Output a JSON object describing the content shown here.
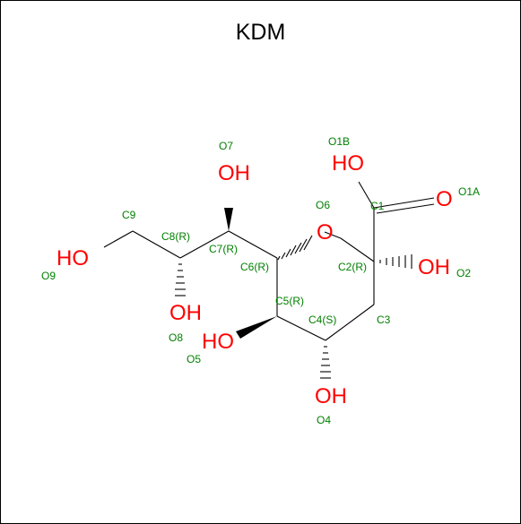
{
  "title": "KDM",
  "colors": {
    "atom": "#ff0000",
    "label": "#008000",
    "bond": "#000000"
  },
  "atoms": {
    "ho_acid": "HO",
    "o_acid": "O",
    "o_ring": "O",
    "oh_o2": "OH",
    "oh_o7": "OH",
    "ho_o9": "HO",
    "oh_o8": "OH",
    "ho_o5": "HO",
    "oh_o4": "OH"
  },
  "labels": {
    "O1B": "O1B",
    "O1A": "O1A",
    "C1": "C1",
    "O6": "O6",
    "O7": "O7",
    "C9": "C9",
    "C8": "C8(R)",
    "C7": "C7(R)",
    "O9": "O9",
    "C6": "C6(R)",
    "C2": "C2(R)",
    "O2": "O2",
    "C5": "C5(R)",
    "C4": "C4(S)",
    "C3": "C3",
    "O8": "O8",
    "O5": "O5",
    "O4": "O4"
  }
}
